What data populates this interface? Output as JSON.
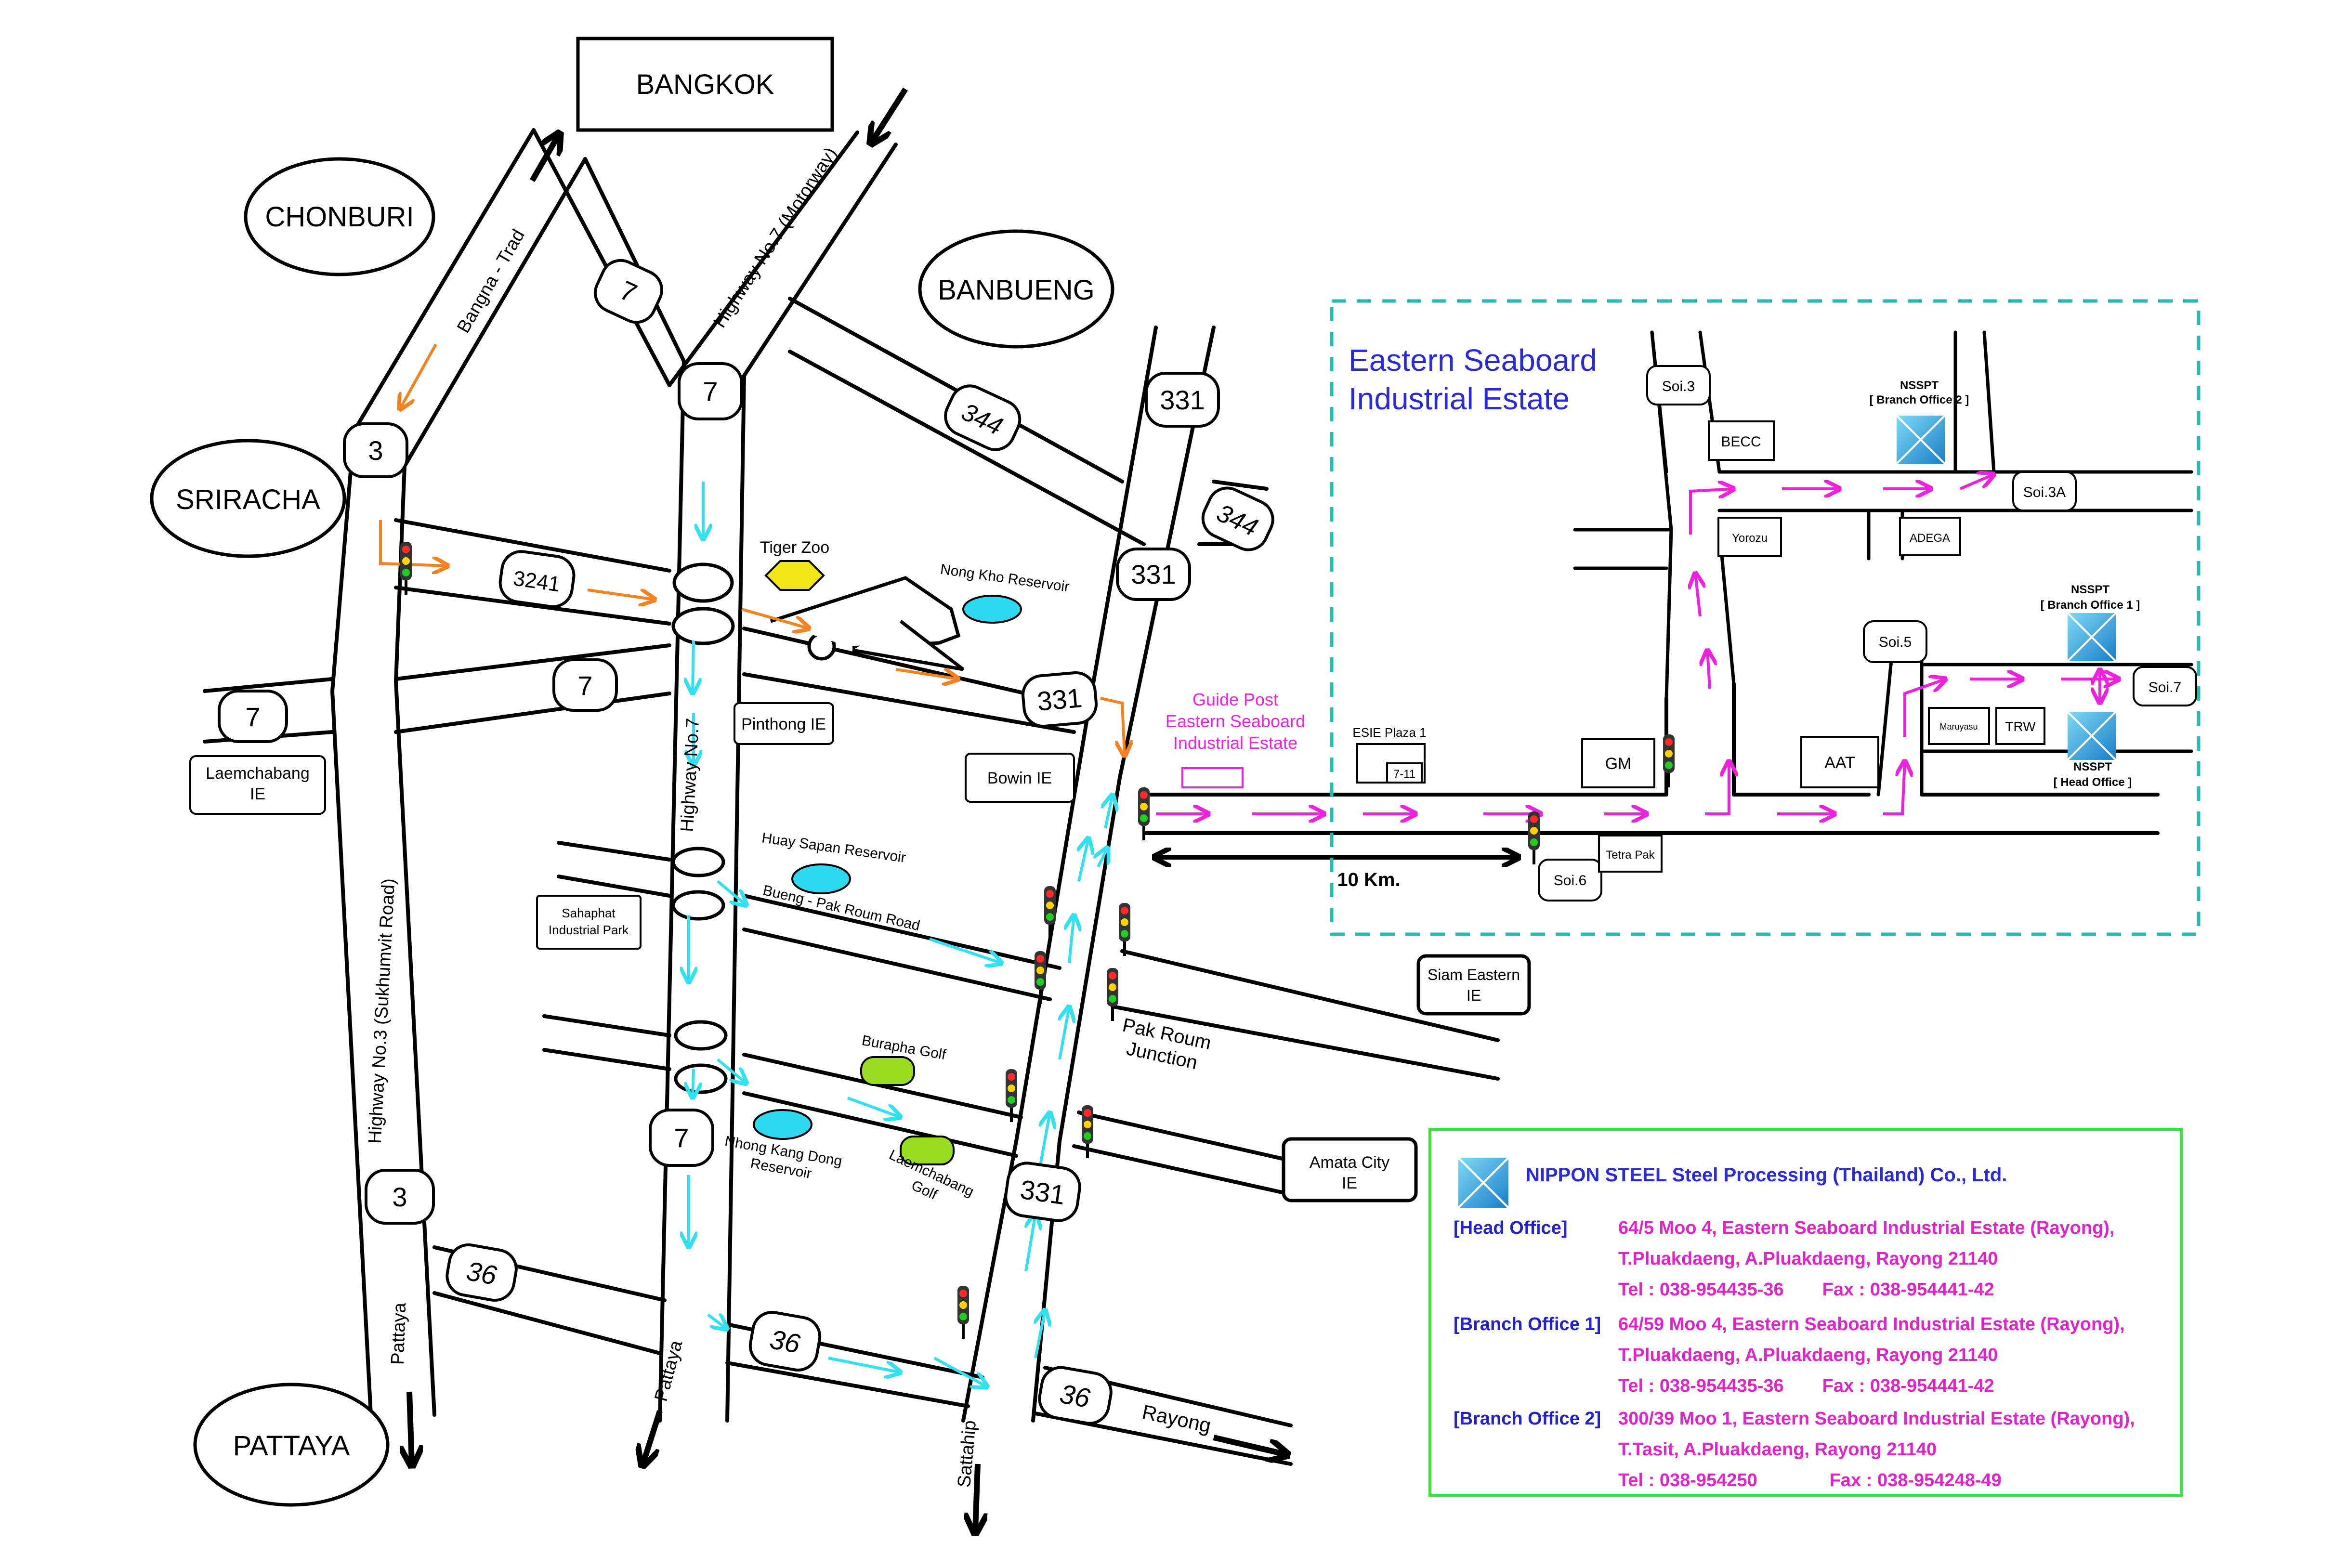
{
  "places": {
    "bangkok": "BANGKOK",
    "chonburi": "CHONBURI",
    "banbueng": "BANBUENG",
    "sriracha": "SRIRACHA",
    "pattaya": "PATTAYA"
  },
  "roads": {
    "bangna_trad": "Bangna - Trad",
    "motorway": "Highway No.7 (Motorway)",
    "highway7": "Highway No.7",
    "highway3": "Highway No.3  (Sukhumvit Road)",
    "bueng_pak_roum": "Bueng - Pak Roum Road",
    "pattaya_1": "Pattaya",
    "pattaya_2": "Pattaya",
    "sattahip": "Sattahip",
    "rayong": "Rayong"
  },
  "road_shields": {
    "r7_top": "7",
    "r7_mid": "7",
    "r7_cross": "7",
    "r7_west": "7",
    "r7_south": "7",
    "r3_north": "3",
    "r3_south": "3",
    "r3241": "3241",
    "r344_a": "344",
    "r344_b": "344",
    "r331_a": "331",
    "r331_b": "331",
    "r331_c": "331",
    "r331_d": "331",
    "r36_a": "36",
    "r36_b": "36",
    "r36_c": "36"
  },
  "landmarks": {
    "tiger_zoo": "Tiger Zoo",
    "nong_kho": "Nong Kho Reservoir",
    "pinthong": "Pinthong IE",
    "bowin": "Bowin IE",
    "huay_sapan": "Huay Sapan Reservoir",
    "sahaphat_1": "Sahaphat",
    "sahaphat_2": "Industrial Park",
    "laemchabang_ie_1": "Laemchabang",
    "laemchabang_ie_2": "IE",
    "burapha_golf": "Burapha Golf",
    "nhong_kang_dong_1": "Nhong Kang Dong",
    "nhong_kang_dong_2": "Reservoir",
    "laemchabang_golf_1": "Laemchabang",
    "laemchabang_golf_2": "Golf",
    "pak_roum_1": "Pak Roum",
    "pak_roum_2": "Junction",
    "siam_eastern_1": "Siam Eastern",
    "siam_eastern_2": "IE",
    "amata_1": "Amata City",
    "amata_2": "IE",
    "guide_post_1": "Guide Post",
    "guide_post_2": "Eastern Seaboard",
    "guide_post_3": "Industrial Estate"
  },
  "estate": {
    "title_1": "Eastern Seaboard",
    "title_2": "Industrial Estate",
    "soi3": "Soi.3",
    "soi3a": "Soi.3A",
    "soi5": "Soi.5",
    "soi6": "Soi.6",
    "soi7": "Soi.7",
    "becc": "BECC",
    "yorozu": "Yorozu",
    "adega": "ADEGA",
    "esie_plaza": "ESIE Plaza 1",
    "seven_eleven": "7-11",
    "gm": "GM",
    "aat": "AAT",
    "tetra_pak": "Tetra Pak",
    "maruyasu": "Maruyasu",
    "trw": "TRW",
    "branch2_1": "NSSPT",
    "branch2_2": "[ Branch Office 2 ]",
    "branch1_1": "NSSPT",
    "branch1_2": "[ Branch Office 1 ]",
    "head_1": "NSSPT",
    "head_2": "[ Head Office ]",
    "distance": "10 Km."
  },
  "company": {
    "name": "NIPPON STEEL Steel Processing (Thailand) Co., Ltd.",
    "head_label": "[Head Office]",
    "head_l1": "64/5 Moo 4, Eastern Seaboard Industrial Estate (Rayong),",
    "head_l2": "T.Pluakdaeng, A.Pluakdaeng, Rayong 21140",
    "head_tel": "Tel : 038-954435-36",
    "head_fax": "Fax : 038-954441-42",
    "b1_label": "[Branch Office 1]",
    "b1_l1": "64/59 Moo 4, Eastern Seaboard Industrial Estate (Rayong),",
    "b1_l2": "T.Pluakdaeng, A.Pluakdaeng, Rayong 21140",
    "b1_tel": "Tel : 038-954435-36",
    "b1_fax": "Fax : 038-954441-42",
    "b2_label": "[Branch Office 2]",
    "b2_l1": "300/39 Moo 1, Eastern Seaboard Industrial Estate (Rayong),",
    "b2_l2": "T.Tasit, A.Pluakdaeng, Rayong 21140",
    "b2_tel": "Tel : 038-954250",
    "b2_fax": "Fax : 038-954248-49"
  },
  "colors": {
    "route_cyan": "#33e0f0",
    "route_orange": "#f58220",
    "route_magenta": "#ee22dd",
    "estate_border": "#2ab8b0",
    "info_border": "#3be33b",
    "reservoir": "#2ed8ee",
    "golf": "#99dd22",
    "zoo": "#f2e619",
    "company_blue": "#2a2ad8"
  }
}
